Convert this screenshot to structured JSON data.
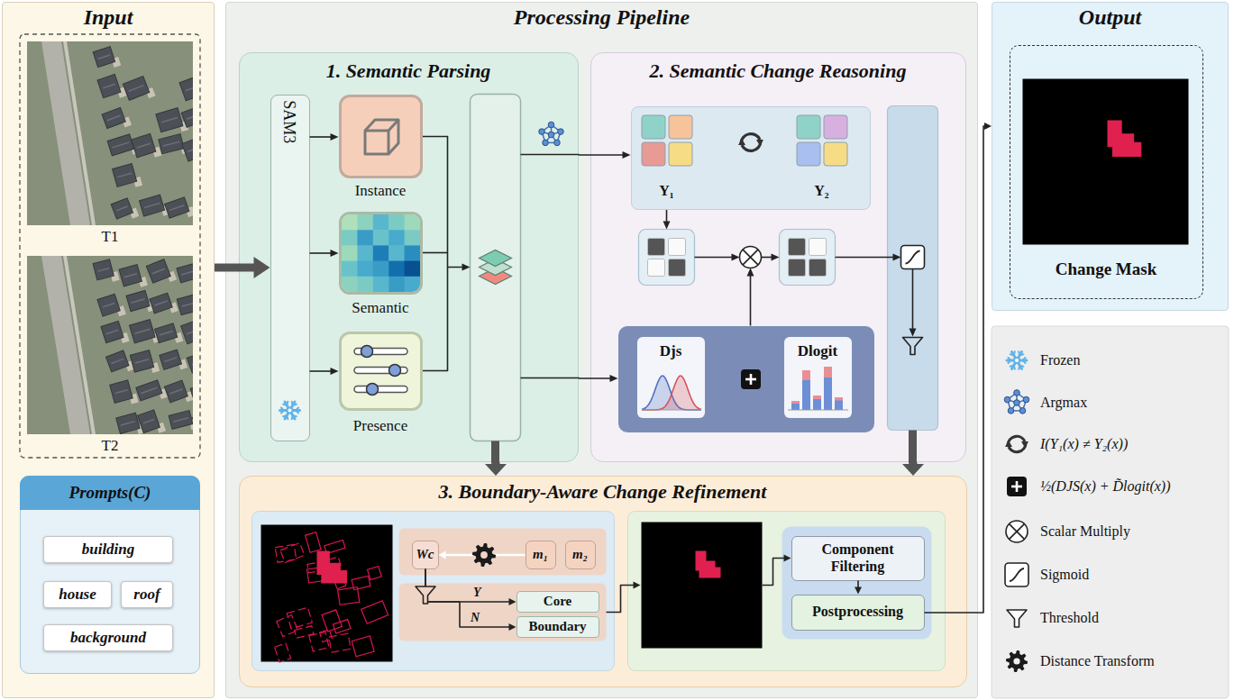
{
  "diagram": {
    "nodes": [
      {
        "text": [
          "Input"
        ]
      },
      {
        "text": [
          "T1"
        ],
        "in": 0
      },
      {
        "text": [
          "T2"
        ],
        "in": 0
      },
      {
        "text": [
          "Prompts(C)"
        ],
        "in": 0
      },
      {
        "text": [
          "building"
        ],
        "in": 3
      },
      {
        "text": [
          "house"
        ],
        "in": 3
      },
      {
        "text": [
          "roof"
        ],
        "in": 3
      },
      {
        "text": [
          "background"
        ],
        "in": 3
      },
      {
        "text": [
          "Processing Pipeline"
        ]
      },
      {
        "text": [
          "1. Semantic Parsing"
        ],
        "in": 8
      },
      {
        "text": [
          "SAM3"
        ],
        "in": 9
      },
      {
        "text": [
          "Instance"
        ],
        "in": 9
      },
      {
        "text": [
          "Semantic"
        ],
        "in": 9
      },
      {
        "text": [
          "Presence"
        ],
        "in": 9
      },
      {
        "text": [
          "2. Semantic Change Reasoning"
        ],
        "in": 8
      },
      {
        "text": [
          "Y₁",
          "Y₂"
        ],
        "in": 14
      },
      {
        "text": [
          "Djs",
          "Dlogit"
        ],
        "in": 14
      },
      {
        "text": [
          "3. Boundary-Aware Change Refinement"
        ],
        "in": 8
      },
      {
        "text": [
          "Wc"
        ],
        "in": 17
      },
      {
        "text": [
          "m₁"
        ],
        "in": 17
      },
      {
        "text": [
          "m₂"
        ],
        "in": 17
      },
      {
        "text": [
          "Core"
        ],
        "in": 17
      },
      {
        "text": [
          "Boundary"
        ],
        "in": 17
      },
      {
        "text": [
          "Component Filtering"
        ],
        "in": 17
      },
      {
        "text": [
          "Postprocessing"
        ],
        "in": 17
      },
      {
        "text": [
          "Output"
        ]
      },
      {
        "text": [
          "Change Mask"
        ],
        "in": 25
      }
    ],
    "edges": [
      {
        "from": 0,
        "to": 10,
        "arrow": "to"
      },
      {
        "from": 10,
        "to": 11,
        "arrow": "to"
      },
      {
        "from": 10,
        "to": 12,
        "arrow": "to"
      },
      {
        "from": 10,
        "to": 13,
        "arrow": "to"
      },
      {
        "from": 9,
        "to": 15,
        "arrow": "to"
      },
      {
        "from": 9,
        "to": 16,
        "arrow": "to"
      },
      {
        "from": 9,
        "to": 17,
        "arrow": "to"
      },
      {
        "from": 14,
        "to": 17,
        "arrow": "to"
      },
      {
        "from": 19,
        "to": 18,
        "arrow": "to"
      },
      {
        "from": 18,
        "to": 21,
        "label": "Y",
        "arrow": "to"
      },
      {
        "from": 18,
        "to": 22,
        "label": "N",
        "arrow": "to"
      },
      {
        "from": 23,
        "to": 24,
        "arrow": "to"
      },
      {
        "from": 24,
        "to": 25,
        "arrow": "to"
      }
    ],
    "legend": [
      {
        "text": "Frozen"
      },
      {
        "text": "Argmax"
      },
      {
        "text": "I(Y₁(x) ≠ Y₂(x))"
      },
      {
        "text": "½(DJS(x) + D̃logit(x))"
      },
      {
        "text": "Scalar Multiply"
      },
      {
        "text": "Sigmoid"
      },
      {
        "text": "Threshold"
      },
      {
        "text": "Distance Transform"
      }
    ]
  }
}
